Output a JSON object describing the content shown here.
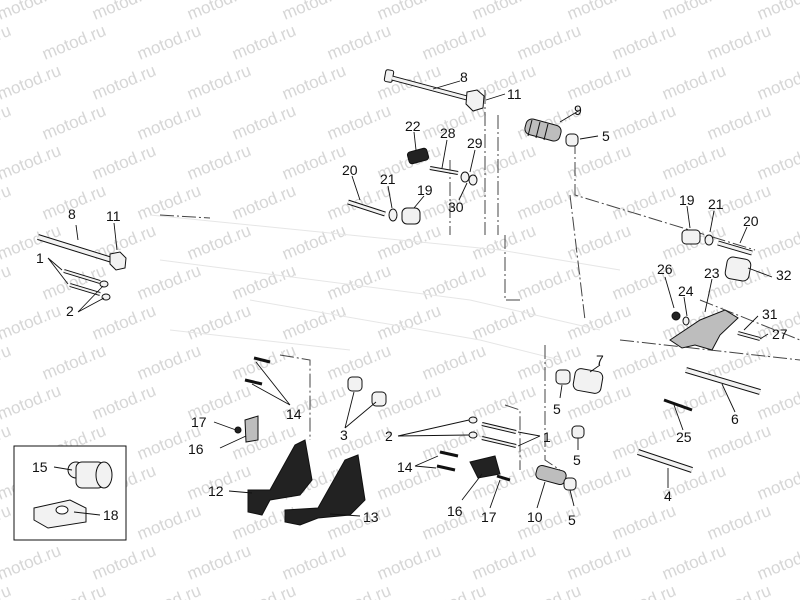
{
  "watermark": "motod.ru",
  "inset_box": {
    "labels": [
      "15",
      "18"
    ]
  },
  "callouts": [
    {
      "id": "c8a",
      "label": "8"
    },
    {
      "id": "c11a",
      "label": "11"
    },
    {
      "id": "c9",
      "label": "9"
    },
    {
      "id": "c5a",
      "label": "5"
    },
    {
      "id": "c22",
      "label": "22"
    },
    {
      "id": "c28",
      "label": "28"
    },
    {
      "id": "c29",
      "label": "29"
    },
    {
      "id": "c20a",
      "label": "20"
    },
    {
      "id": "c21a",
      "label": "21"
    },
    {
      "id": "c19a",
      "label": "19"
    },
    {
      "id": "c30",
      "label": "30"
    },
    {
      "id": "c8b",
      "label": "8"
    },
    {
      "id": "c11b",
      "label": "11"
    },
    {
      "id": "c1a",
      "label": "1"
    },
    {
      "id": "c2a",
      "label": "2"
    },
    {
      "id": "c19b",
      "label": "19"
    },
    {
      "id": "c21b",
      "label": "21"
    },
    {
      "id": "c20b",
      "label": "20"
    },
    {
      "id": "c26",
      "label": "26"
    },
    {
      "id": "c23",
      "label": "23"
    },
    {
      "id": "c32",
      "label": "32"
    },
    {
      "id": "c24",
      "label": "24"
    },
    {
      "id": "c31",
      "label": "31"
    },
    {
      "id": "c27",
      "label": "27"
    },
    {
      "id": "c7",
      "label": "7"
    },
    {
      "id": "c5b",
      "label": "5"
    },
    {
      "id": "c6",
      "label": "6"
    },
    {
      "id": "c25",
      "label": "25"
    },
    {
      "id": "c14a",
      "label": "14"
    },
    {
      "id": "c3",
      "label": "3"
    },
    {
      "id": "c17a",
      "label": "17"
    },
    {
      "id": "c16a",
      "label": "16"
    },
    {
      "id": "c2b",
      "label": "2"
    },
    {
      "id": "c1b",
      "label": "1"
    },
    {
      "id": "c5c",
      "label": "5"
    },
    {
      "id": "c14b",
      "label": "14"
    },
    {
      "id": "c4",
      "label": "4"
    },
    {
      "id": "c12",
      "label": "12"
    },
    {
      "id": "c13",
      "label": "13"
    },
    {
      "id": "c16b",
      "label": "16"
    },
    {
      "id": "c17b",
      "label": "17"
    },
    {
      "id": "c10",
      "label": "10"
    },
    {
      "id": "c5d",
      "label": "5"
    },
    {
      "id": "c15",
      "label": "15"
    },
    {
      "id": "c18",
      "label": "18"
    }
  ]
}
